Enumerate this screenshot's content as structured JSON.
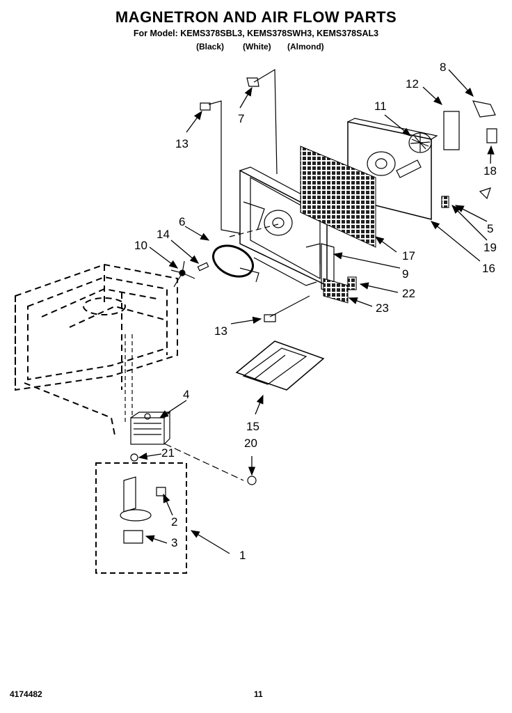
{
  "title": "MAGNETRON AND AIR FLOW PARTS",
  "models": "For Model: KEMS378SBL3, KEMS378SWH3, KEMS378SAL3",
  "colors": [
    "(Black)",
    "(White)",
    "(Almond)"
  ],
  "footer": {
    "doc_number": "4174482",
    "page_number": "11"
  },
  "callouts": [
    "1",
    "2",
    "3",
    "4",
    "5",
    "6",
    "7",
    "8",
    "9",
    "10",
    "11",
    "12",
    "13",
    "13",
    "14",
    "15",
    "16",
    "17",
    "18",
    "19",
    "20",
    "21",
    "22",
    "23"
  ]
}
